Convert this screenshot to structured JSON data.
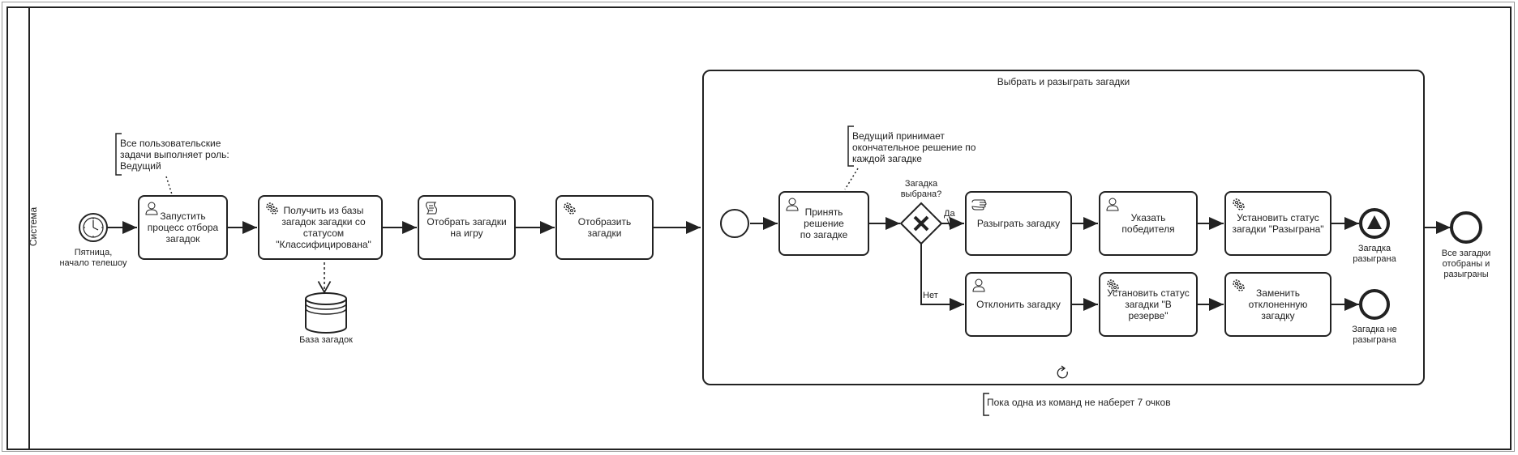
{
  "lane": {
    "label": "Система"
  },
  "start_event": {
    "label": "Пятница,\nначало телешоу"
  },
  "tasks": {
    "launch": "Запустить\nпроцесс отбора\nзагадок",
    "fetch": "Получить из базы\nзагадок загадки со\nстатусом\n\"Классифицирована\"",
    "select": "Отобрать загадки\nна игру",
    "show": "Отобразить\nзагадки",
    "decide": "Принять решение\nпо загадке",
    "play": "Разыграть загадку",
    "winner": "Указать\nпобедителя",
    "set_played": "Установить статус\nзагадки \"Разыграна\"",
    "reject": "Отклонить загадку",
    "set_reserve": "Установить статус\nзагадки \"В резерве\"",
    "replace": "Заменить\nотклоненную загадку"
  },
  "datastore": {
    "label": "База загадок"
  },
  "annotations": {
    "role": "Все пользовательские\nзадачи выполняет роль:\nВедущий",
    "decision": "Ведущий принимает\nокончательное решение по\nкаждой загадке",
    "loop": "Пока одна из команд не наберет 7 очков"
  },
  "subprocess": {
    "title": "Выбрать и разыграть загадки"
  },
  "gateway": {
    "label": "Загадка\nвыбрана?",
    "yes": "Да",
    "no": "Нет"
  },
  "end_events": {
    "played": "Загадка\nразыграна",
    "not_played": "Загадка не\nразыграна",
    "all": "Все загадки\nотобраны и\nразыграны"
  }
}
